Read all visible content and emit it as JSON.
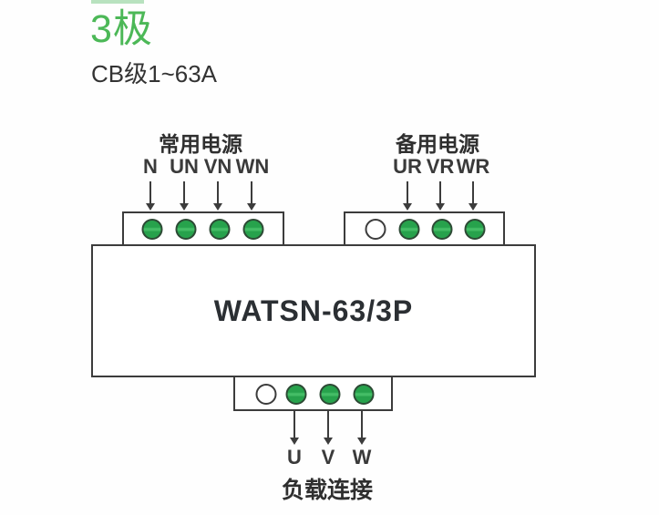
{
  "page": {
    "title": "3极",
    "subtitle": "CB级1~63A"
  },
  "device": {
    "model": "WATSN-63/3P"
  },
  "groups": {
    "normal": {
      "label": "常用电源",
      "terminals": [
        "N",
        "UN",
        "VN",
        "WN"
      ]
    },
    "reserve": {
      "label": "备用电源",
      "terminals": [
        "UR",
        "VR",
        "WR"
      ]
    },
    "load": {
      "label": "负载连接",
      "terminals": [
        "U",
        "V",
        "W"
      ]
    }
  },
  "colors": {
    "accent_green": "#4cb857",
    "terminal_green": "#27a24c",
    "line": "#3c3c3c"
  }
}
